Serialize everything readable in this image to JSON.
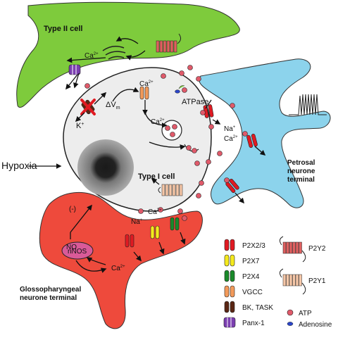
{
  "labels": {
    "type2": "Type II cell",
    "type1": "Type I cell",
    "hypoxia": "Hypoxia",
    "petrosal_line1": "Petrosal",
    "petrosal_line2": "neurone",
    "petrosal_line3": "terminal",
    "glosso_line1": "Glossopharyngeal",
    "glosso_line2": "neurone terminal",
    "atpase": "ATPase",
    "delta_vm": "ΔV",
    "delta_vm_sub": "m",
    "k": "K",
    "k_sup": "+",
    "ca": "Ca",
    "ca_sup": "2+",
    "na": "Na",
    "na_sup": "+",
    "no": "NO",
    "minus": "(-)",
    "nnos": "nNOS"
  },
  "legend": {
    "items": [
      {
        "label": "P2X2/3",
        "color": "#e01a22",
        "icon": "p2x23-channel-icon"
      },
      {
        "label": "P2X7",
        "color": "#f5ea1d",
        "icon": "p2x7-channel-icon"
      },
      {
        "label": "P2X4",
        "color": "#1a8a2a",
        "icon": "p2x4-channel-icon"
      },
      {
        "label": "VGCC",
        "color": "#f39a5a",
        "icon": "vgcc-channel-icon"
      },
      {
        "label": "BK, TASK",
        "color": "#5a2614",
        "icon": "bk-task-channel-icon"
      },
      {
        "label": "Panx-1",
        "color": "#7b3fb0",
        "icon": "panx1-channel-icon"
      }
    ],
    "receptors": [
      {
        "label": "P2Y2",
        "color": "#e06060",
        "icon": "p2y2-receptor-icon"
      },
      {
        "label": "P2Y1",
        "color": "#f6c7a8",
        "icon": "p2y1-receptor-icon"
      }
    ],
    "molecules": [
      {
        "label": "ATP",
        "color": "#e05a6a",
        "icon": "atp-molecule-icon"
      },
      {
        "label": "Adenosine",
        "color": "#2b46c8",
        "icon": "adenosine-molecule-icon"
      }
    ]
  },
  "colors": {
    "type2_cell": "#7ecb3c",
    "type1_cell": "#ededed",
    "petrosal": "#8cd3ec",
    "glosso": "#ee4a3c"
  }
}
